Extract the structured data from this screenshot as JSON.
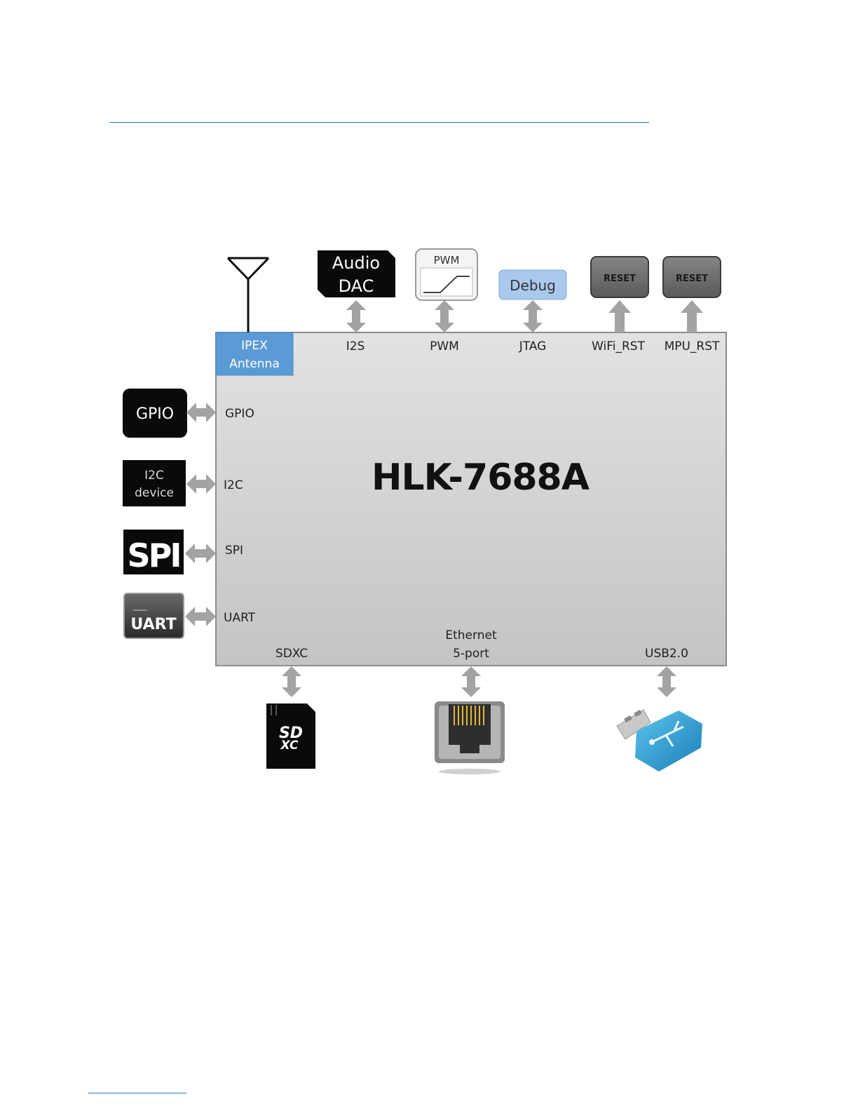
{
  "colors": {
    "rule": "#2e75b6",
    "module_fill": "#d6d6d6",
    "module_stroke": "#8c8c8c",
    "antenna_fill": "#5b9bd5",
    "debug_fill": "#a9c9ec",
    "reset_fill": "#6e6e6e",
    "arrow": "#a3a3a3",
    "black_box": "#0a0a0a"
  },
  "module": {
    "title": "HLK-7688A",
    "antenna_label_line1": "IPEX",
    "antenna_label_line2": "Antenna"
  },
  "top_ports": [
    {
      "label": "I2S",
      "device_line1": "Audio",
      "device_line2": "DAC"
    },
    {
      "label": "PWM",
      "device_line1": "PWM"
    },
    {
      "label": "JTAG",
      "device_line1": "Debug"
    },
    {
      "label": "WiFi_RST",
      "device_line1": "RESET"
    },
    {
      "label": "MPU_RST",
      "device_line1": "RESET"
    }
  ],
  "left_ports": [
    {
      "label": "GPIO",
      "device_line1": "GPIO"
    },
    {
      "label": "I2C",
      "device_line1": "I2C",
      "device_line2": "device"
    },
    {
      "label": "SPI",
      "device_line1": "SPI"
    },
    {
      "label": "UART",
      "device_line1": "UART"
    }
  ],
  "bottom_ports": [
    {
      "label": "SDXC",
      "device_line1": "SD",
      "device_line2": "XC"
    },
    {
      "label_line1": "Ethernet",
      "label_line2": "5-port"
    },
    {
      "label": "USB2.0"
    }
  ],
  "icons": [
    "antenna-icon",
    "pwm-wave-icon",
    "sd-card-icon",
    "ethernet-jack-icon",
    "usb-stick-icon"
  ]
}
